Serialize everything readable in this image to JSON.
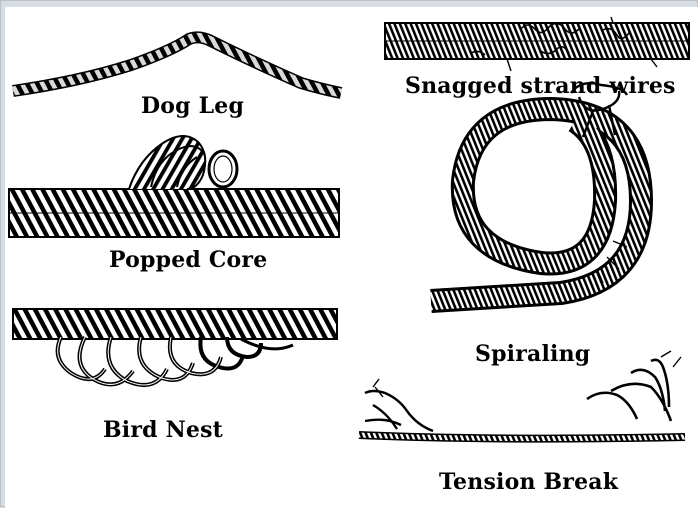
{
  "labels": {
    "dog_leg": "Dog Leg",
    "snagged": "Snagged strand wires",
    "popped_core": "Popped Core",
    "spiraling": "Spiraling",
    "bird_nest": "Bird Nest",
    "tension_break": "Tension Break"
  },
  "colors": {
    "ink": "#000000",
    "paper": "#ffffff",
    "frame": "#d8dde3"
  }
}
